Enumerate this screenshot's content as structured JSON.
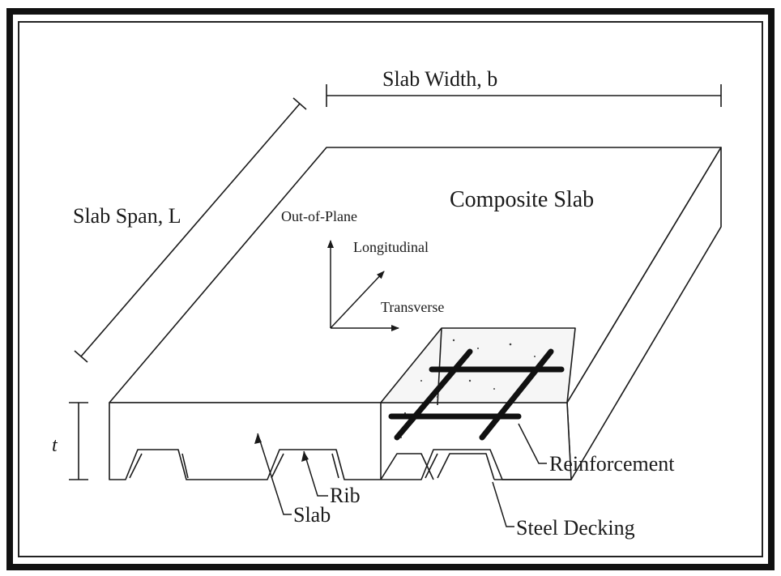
{
  "labels": {
    "slab_width": "Slab Width, b",
    "slab_span": "Slab Span, L",
    "composite_slab": "Composite Slab",
    "out_of_plane": "Out-of-Plane",
    "longitudinal": "Longitudinal",
    "transverse": "Transverse",
    "thickness": "t",
    "reinforcement": "Reinforcement",
    "rib": "Rib",
    "slab": "Slab",
    "steel_decking": "Steel Decking"
  },
  "colors": {
    "line": "#1a1a1a",
    "rebar": "#111111",
    "frame": "#111111"
  }
}
